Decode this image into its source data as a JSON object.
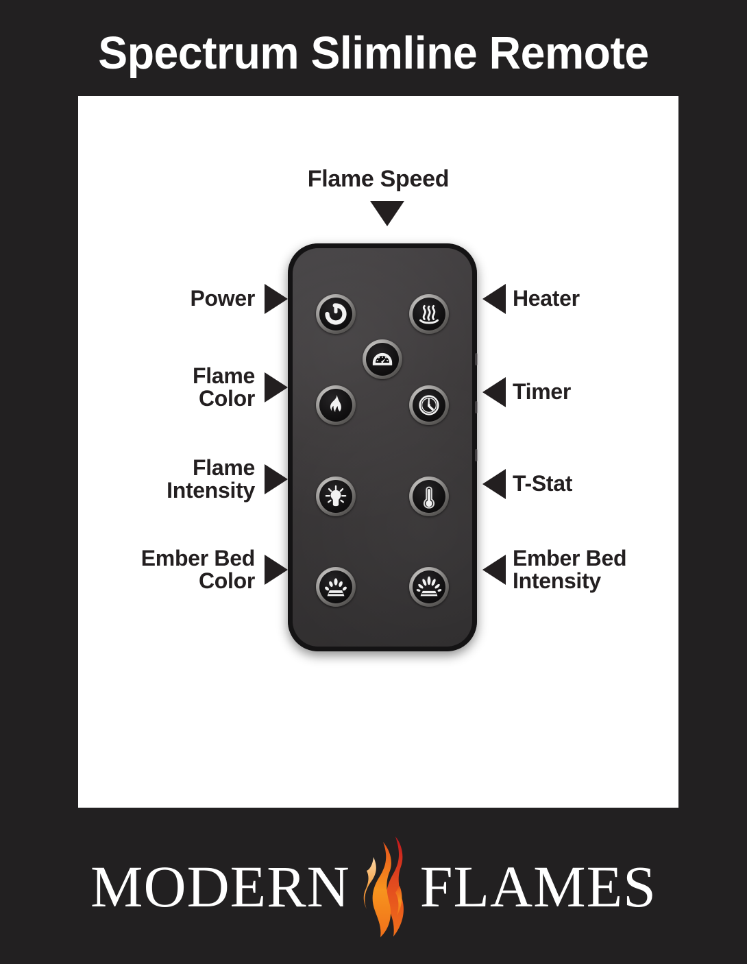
{
  "page": {
    "title": "Spectrum Slimline Remote",
    "background_color": "#222021",
    "panel_color": "#ffffff",
    "text_color": "#231f20"
  },
  "diagram": {
    "top_callout": {
      "label": "Flame Speed",
      "icon": "speedometer-icon",
      "pointer": "down-triangle"
    },
    "left_callouts": [
      {
        "label": "Power",
        "icon": "power-icon",
        "pointer": "right-triangle"
      },
      {
        "label": "Flame\nColor",
        "icon": "flame-icon",
        "pointer": "right-triangle"
      },
      {
        "label": "Flame\nIntensity",
        "icon": "bulb-rays-icon",
        "pointer": "right-triangle"
      },
      {
        "label": "Ember Bed\nColor",
        "icon": "ember-bed-color-icon",
        "pointer": "right-triangle"
      }
    ],
    "right_callouts": [
      {
        "label": "Heater",
        "icon": "heat-waves-icon",
        "pointer": "left-triangle"
      },
      {
        "label": "Timer",
        "icon": "clock-icon",
        "pointer": "left-triangle"
      },
      {
        "label": "T-Stat",
        "icon": "thermometer-icon",
        "pointer": "left-triangle"
      },
      {
        "label": "Ember Bed\nIntensity",
        "icon": "ember-bed-intensity-icon",
        "pointer": "left-triangle"
      }
    ]
  },
  "logo": {
    "word_left": "MODERN",
    "word_right": "FLAMES",
    "flame_colors": {
      "red": "#cf2027",
      "orange": "#f0701a",
      "amber": "#f7941e",
      "light": "#fbd7a8"
    }
  }
}
